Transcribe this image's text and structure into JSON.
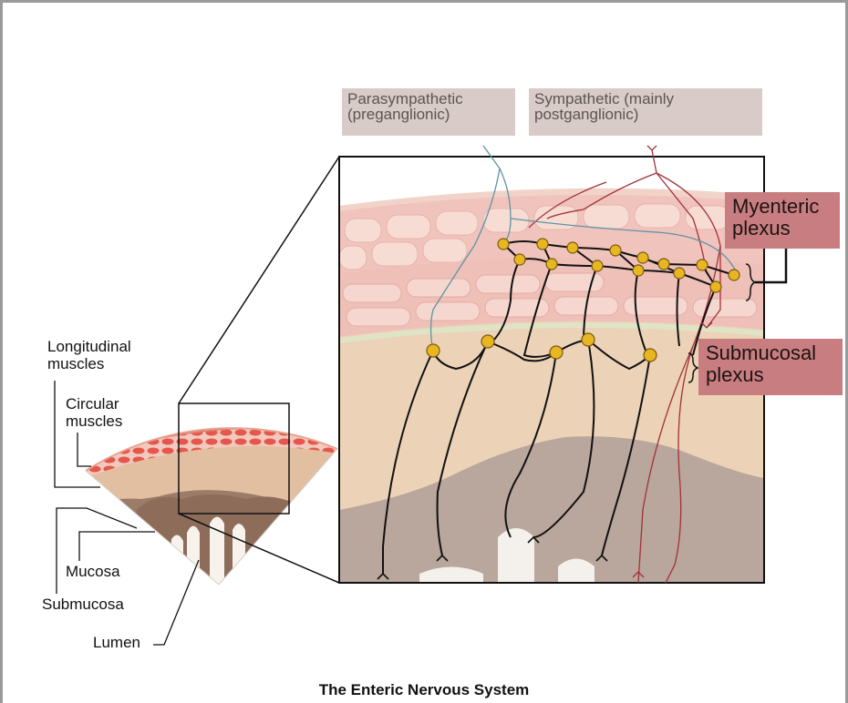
{
  "labels": {
    "parasympathetic": "Parasympathetic\n(preganglionic)",
    "sympathetic": "Sympathetic\n(mainly postganglionic)",
    "myenteric": "Myenteric\nplexus",
    "submucosal": "Submucosal\nplexus",
    "longitudinal": "Longitudinal\nmuscles",
    "circular": "Circular\nmuscles",
    "mucosa": "Mucosa",
    "submucosa": "Submucosa",
    "lumen": "Lumen"
  },
  "caption": "The Enteric Nervous System",
  "colors": {
    "parasympathetic_fiber": "#5f93a3",
    "sympathetic_fiber": "#a2313a",
    "ganglion": "#e7b621",
    "muscle": "#e0776d",
    "submucosa": "#edd4ba",
    "mucosa": "#b9a69c",
    "callout_box": "#c87e80",
    "source_box": "#d9cbc7"
  }
}
